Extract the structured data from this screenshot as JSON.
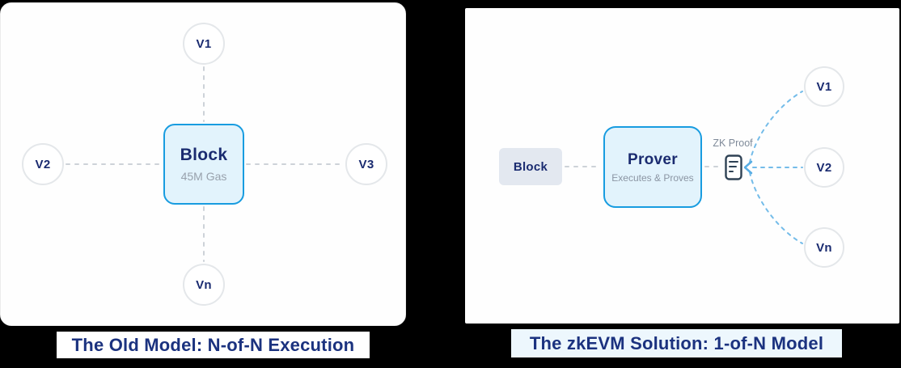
{
  "left_panel": {
    "caption": "The Old Model: N-of-N Execution",
    "block": {
      "title": "Block",
      "subtitle": "45M Gas"
    },
    "validators": [
      {
        "label": "V1"
      },
      {
        "label": "V2"
      },
      {
        "label": "V3"
      },
      {
        "label": "Vn"
      }
    ]
  },
  "right_panel": {
    "caption": "The zkEVM Solution: 1-of-N Model",
    "source_block": {
      "label": "Block"
    },
    "prover": {
      "title": "Prover",
      "subtitle": "Executes & Proves"
    },
    "zk_proof": {
      "label": "ZK Proof",
      "icon": "zk-proof-document-icon"
    },
    "validators": [
      {
        "label": "V1"
      },
      {
        "label": "V2"
      },
      {
        "label": "Vn"
      }
    ]
  },
  "colors": {
    "background": "#000000",
    "panel_bg": "#fefefe",
    "node_text_navy": "#1a2b70",
    "caption_text_navy": "#1b327f",
    "blue_border": "#189ce0",
    "blue_fill": "#e2f3fc",
    "gray_box_fill": "#e3e8f0",
    "gray_dash": "#cdd2d8",
    "blue_dash": "#74bce9",
    "muted_text": "#8b95a3",
    "circle_border": "#e4e7ea",
    "icon_stroke": "#2e4154",
    "right_caption_bg": "#edf7fd"
  }
}
